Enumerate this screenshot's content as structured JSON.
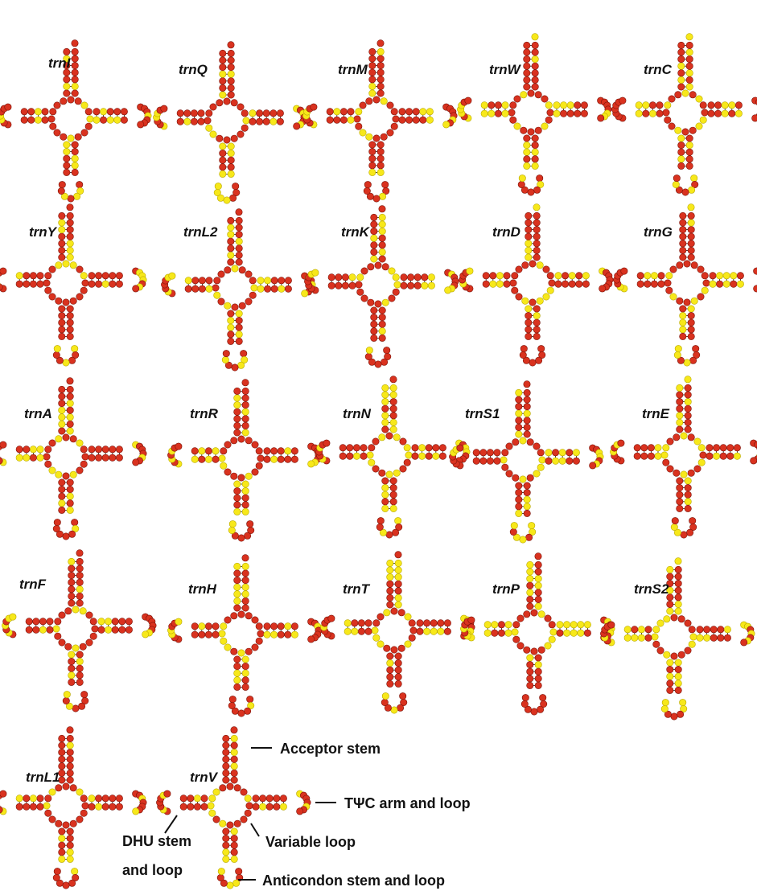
{
  "trnas": [
    {
      "name": "trnI"
    },
    {
      "name": "trnQ"
    },
    {
      "name": "trnM"
    },
    {
      "name": "trnW"
    },
    {
      "name": "trnC"
    },
    {
      "name": "trnY"
    },
    {
      "name": "trnL2"
    },
    {
      "name": "trnK"
    },
    {
      "name": "trnD"
    },
    {
      "name": "trnG"
    },
    {
      "name": "trnA"
    },
    {
      "name": "trnR"
    },
    {
      "name": "trnN"
    },
    {
      "name": "trnS1"
    },
    {
      "name": "trnE"
    },
    {
      "name": "trnF"
    },
    {
      "name": "trnH"
    },
    {
      "name": "trnT"
    },
    {
      "name": "trnP"
    },
    {
      "name": "trnS2"
    },
    {
      "name": "trnL1"
    },
    {
      "name": "trnV"
    }
  ],
  "annotations": {
    "acceptor": "Acceptor stem",
    "tpsic": "TΨC arm and loop",
    "dhu_line1": "DHU stem",
    "dhu_line2": "and loop",
    "variable": "Variable loop",
    "anticodon": "Anticondon stem and loop"
  },
  "colors": {
    "red": "#d9321f",
    "red_edge": "#7a1208",
    "yellow": "#f7e81a",
    "line": "#111111"
  }
}
